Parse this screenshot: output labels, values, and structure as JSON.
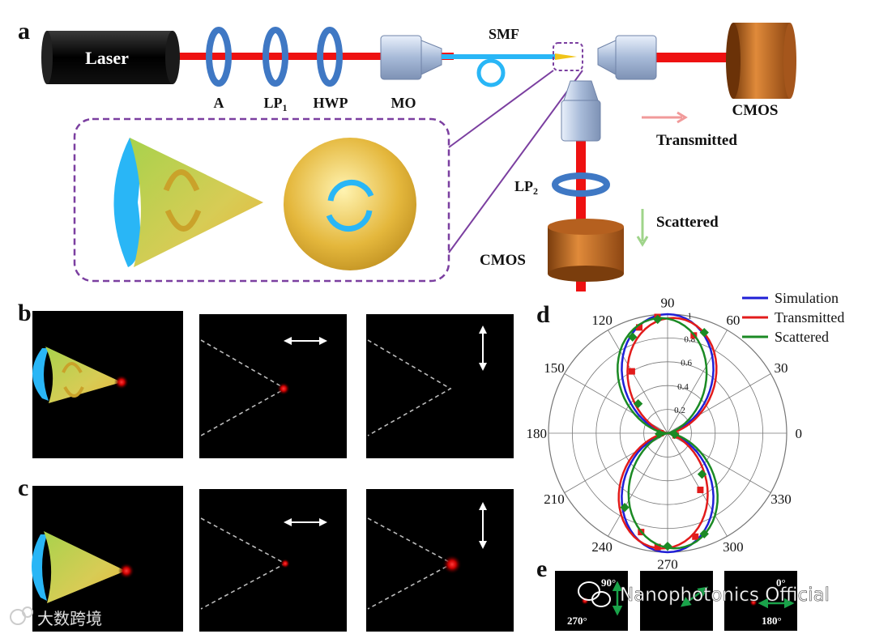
{
  "panel_a": {
    "panel_label": "a",
    "laser": "Laser",
    "components": [
      "A",
      "LP1",
      "HWP",
      "MO"
    ],
    "lp1_main": "LP",
    "lp1_sub": "1",
    "smf": "SMF",
    "cmos_right": "CMOS",
    "transmitted": "Transmitted",
    "lp2_main": "LP",
    "lp2_sub": "2",
    "scattered": "Scattered",
    "cmos_bottom": "CMOS",
    "colors": {
      "beam": "#ee1111",
      "fiber": "#29b6f6",
      "inset_border": "#7b3fa0"
    }
  },
  "panel_b": {
    "panel_label": "b"
  },
  "panel_c": {
    "panel_label": "c"
  },
  "panel_d": {
    "panel_label": "d"
  },
  "panel_e": {
    "panel_label": "e",
    "angles": [
      "90°",
      "270°",
      "0°",
      "180°"
    ]
  },
  "watermarks": {
    "text1": "Nanophotonics Official",
    "text2": "大数跨境"
  },
  "chart_data": {
    "type": "polar",
    "title": "",
    "radial_ticks": [
      "0.2",
      "0.4",
      "0.6",
      "0.8",
      "1"
    ],
    "radial_range": [
      0,
      1
    ],
    "angle_ticks": [
      "0",
      "30",
      "60",
      "90",
      "120",
      "150",
      "180",
      "210",
      "240",
      "270",
      "300",
      "330"
    ],
    "legend_position": "top-right",
    "series": [
      {
        "name": "Simulation",
        "color": "#1f1fd6",
        "model": "cos_sq_about_90",
        "peak": 1.0,
        "skew": 0.0
      },
      {
        "name": "Transmitted",
        "color": "#e21b1b",
        "model": "cos_sq_about_90",
        "peak": 0.97,
        "skew": -4,
        "angles": [
          75,
          95,
          105,
          120,
          180,
          255,
          265,
          285,
          300,
          345
        ],
        "values": [
          0.85,
          0.98,
          0.92,
          0.6,
          0.06,
          0.86,
          0.96,
          0.9,
          0.55,
          0.07
        ]
      },
      {
        "name": "Scattered",
        "color": "#1b8a24",
        "model": "cos_sq_about_90",
        "peak": 0.97,
        "skew": 5,
        "angles": [
          70,
          95,
          110,
          135,
          185,
          240,
          270,
          290,
          310,
          350
        ],
        "values": [
          0.9,
          0.96,
          0.86,
          0.35,
          0.07,
          0.72,
          0.95,
          0.9,
          0.45,
          0.06
        ]
      }
    ]
  }
}
